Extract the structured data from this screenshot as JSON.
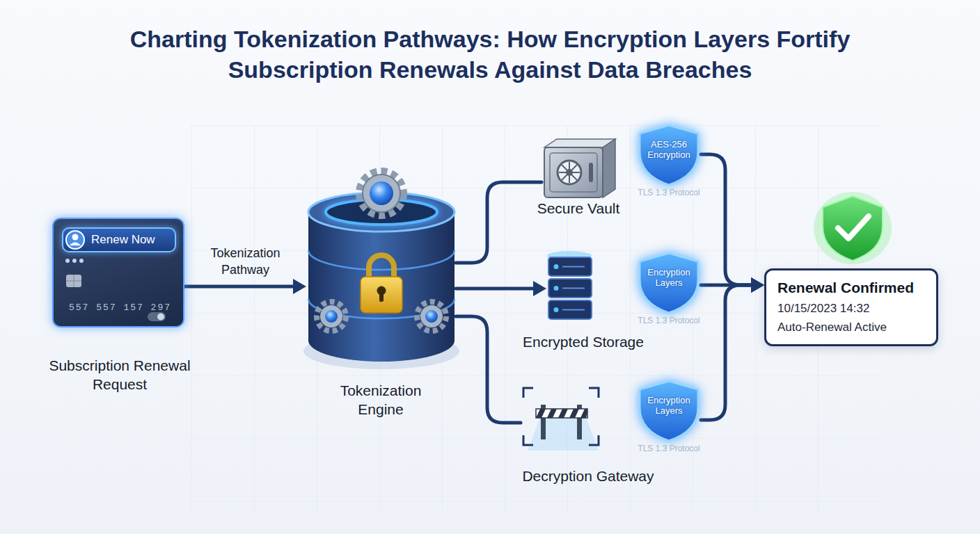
{
  "diagram": {
    "title": "Charting Tokenization Pathways: How Encryption Layers Fortify Subscription Renewals Against Data Breaches",
    "nodes": [
      {
        "text": [
          "557 557 157 297",
          "Subscription Renewal Request"
        ]
      },
      {
        "text": [
          "Renew Now"
        ],
        "in": 0
      },
      {
        "text": [
          "Tokenization Engine"
        ]
      },
      {
        "text": [
          "Secure Vault"
        ]
      },
      {
        "text": [
          "AES-256 Encryption",
          "TLS 1.3 Protocol"
        ]
      },
      {
        "text": [
          "Encrypted Storage"
        ]
      },
      {
        "text": [
          "Encryption Layers",
          "TLS 1.3 Protocol"
        ]
      },
      {
        "text": [
          "Decryption Gateway"
        ]
      },
      {
        "text": [
          "Encryption Layers",
          "TLS 1.3 Protocol"
        ]
      },
      {
        "text": [
          "Renewal Confirmed",
          "10/15/2023 14:32",
          "Auto-Renewal Active"
        ]
      }
    ],
    "edges": [
      {
        "from": 0,
        "to": 2,
        "arrow": "to",
        "label": "Tokenization Pathway"
      },
      {
        "from": 2,
        "to": 3,
        "arrow": "none"
      },
      {
        "from": 2,
        "to": 5,
        "arrow": "to"
      },
      {
        "from": 2,
        "to": 7,
        "arrow": "none"
      },
      {
        "from": 4,
        "to": 9,
        "arrow": "to"
      },
      {
        "from": 6,
        "to": 9,
        "arrow": "to"
      },
      {
        "from": 8,
        "to": 9,
        "arrow": "to"
      }
    ]
  }
}
